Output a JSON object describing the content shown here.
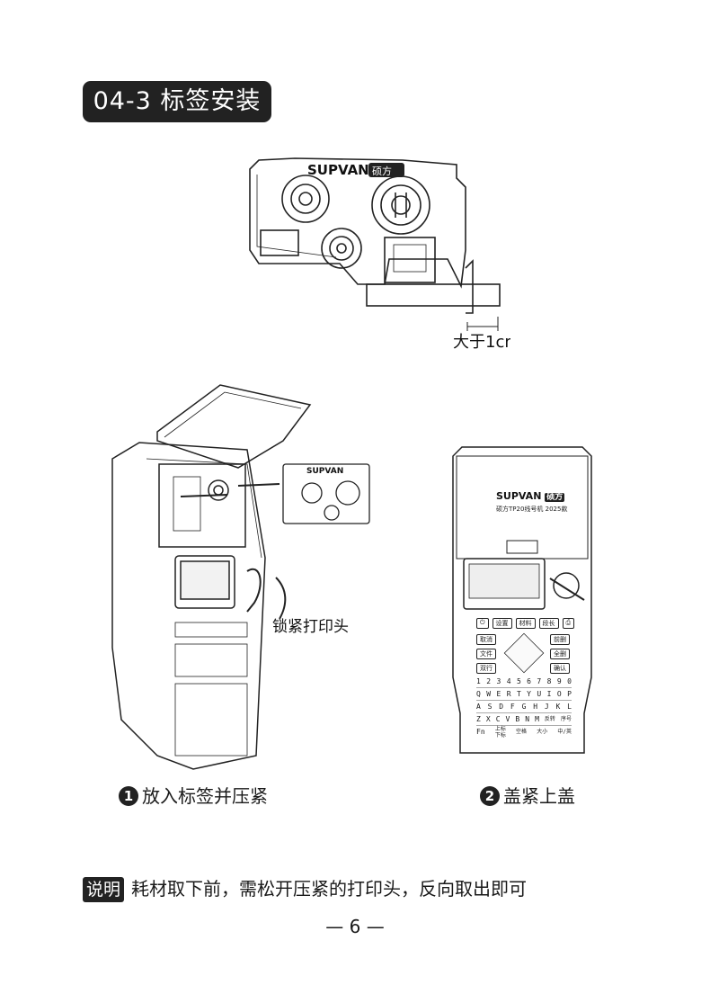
{
  "section_title": "04-3 标签安装",
  "cassette": {
    "brand": "SUPVAN",
    "brand_cn": "硕方",
    "dimension_note": "大于1cm"
  },
  "callout_lock": "锁紧打印头",
  "device": {
    "brand": "SUPVAN",
    "brand_cn": "硕方",
    "model": "硕方TP20线号机 2025款",
    "func_keys": [
      "设置",
      "材料",
      "段长"
    ],
    "left_keys": [
      "取消",
      "文件",
      "双行"
    ],
    "right_keys": [
      "前删",
      "全删",
      "确认"
    ],
    "num_row": [
      "1",
      "2",
      "3",
      "4",
      "5",
      "6",
      "7",
      "8",
      "9",
      "0"
    ],
    "row_q": [
      "Q",
      "W",
      "E",
      "R",
      "T",
      "Y",
      "U",
      "I",
      "O",
      "P"
    ],
    "row_a": [
      "A",
      "S",
      "D",
      "F",
      "G",
      "H",
      "J",
      "K",
      "L"
    ],
    "row_z": [
      "Z",
      "X",
      "C",
      "V",
      "B",
      "N",
      "M"
    ],
    "row_z_extra": [
      "反转",
      "序号"
    ],
    "bottom_row": [
      "Fn",
      "上标\n下标",
      "空格",
      "大小",
      "中/英"
    ]
  },
  "step1": {
    "num": "1",
    "text": "放入标签并压紧"
  },
  "step2": {
    "num": "2",
    "text": "盖紧上盖"
  },
  "note": {
    "tag": "说明",
    "text": "耗材取下前，需松开压紧的打印头，反向取出即可"
  },
  "page_number": "— 6 —"
}
